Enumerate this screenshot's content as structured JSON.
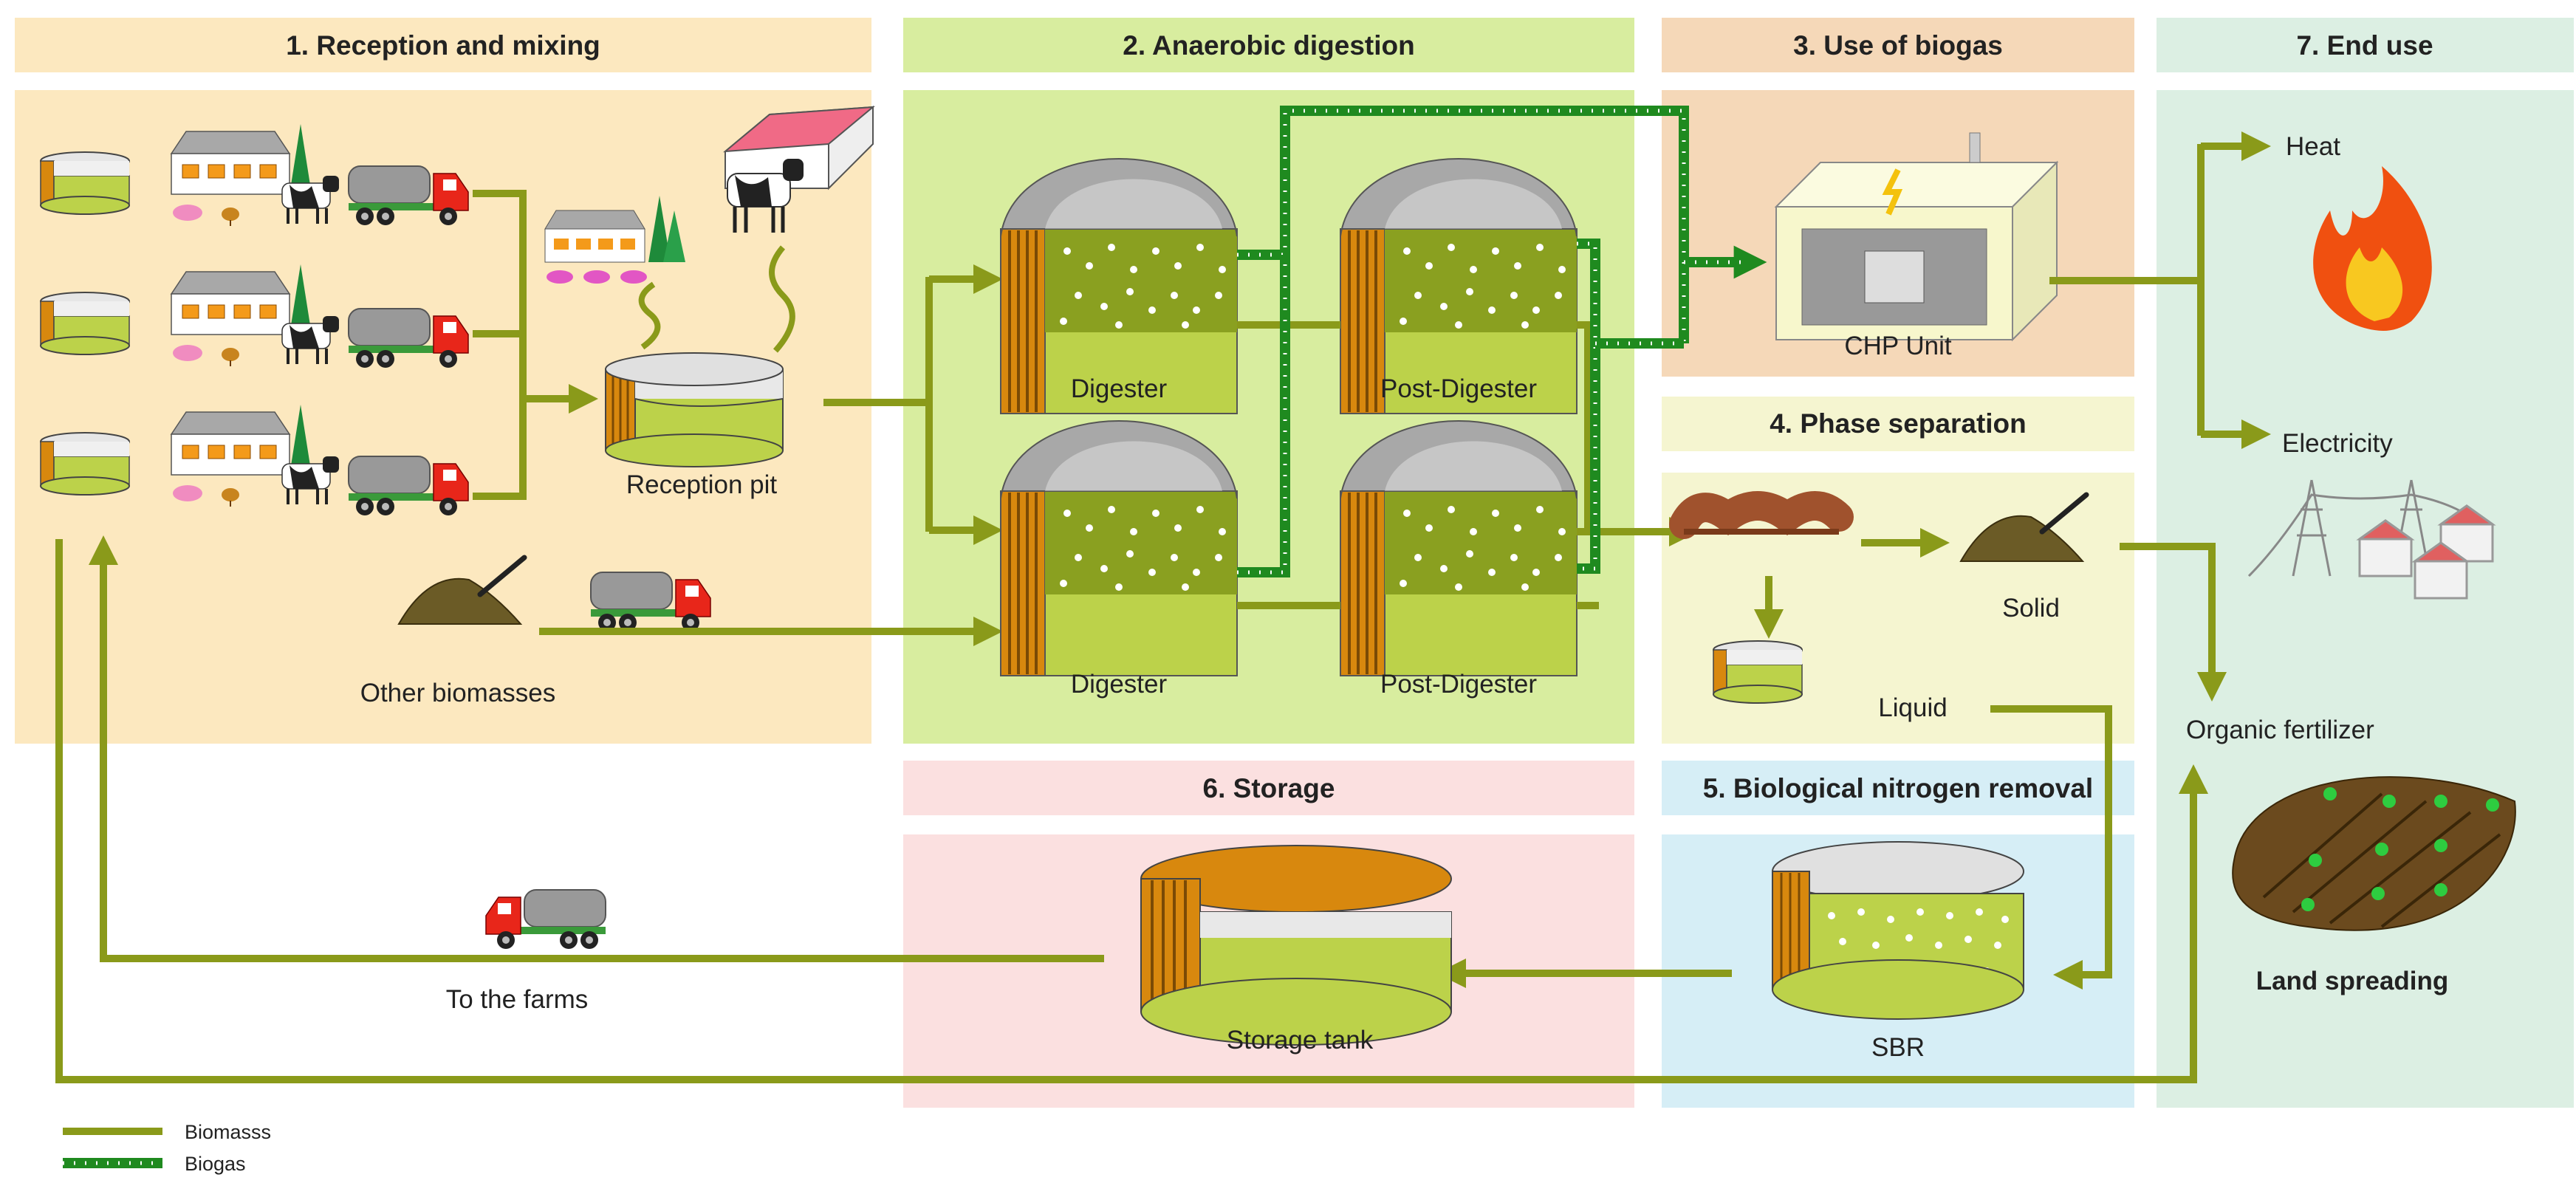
{
  "sections": {
    "reception": {
      "title": "1. Reception and mixing",
      "color": "#fce8bf"
    },
    "digestion": {
      "title": "2. Anaerobic digestion",
      "color": "#d8ed9f"
    },
    "biogas_use": {
      "title": "3. Use of biogas",
      "color": "#f5d8b8"
    },
    "phase_sep": {
      "title": "4. Phase separation",
      "color": "#f5f5d0"
    },
    "nitrogen": {
      "title": "5. Biological nitrogen removal",
      "color": "#d6eef6"
    },
    "storage": {
      "title": "6. Storage",
      "color": "#fbe0e0"
    },
    "end_use": {
      "title": "7. End use",
      "color": "#dcefe3"
    }
  },
  "labels": {
    "reception_pit": "Reception pit",
    "other_biomasses": "Other biomasses",
    "digester_top": "Digester",
    "post_digester_top": "Post-Digester",
    "digester_bottom": "Digester",
    "post_digester_bottom": "Post-Digester",
    "chp_unit": "CHP Unit",
    "solid": "Solid",
    "liquid": "Liquid",
    "sbr": "SBR",
    "storage_tank": "Storage tank",
    "to_the_farms": "To the farms",
    "heat": "Heat",
    "electricity": "Electricity",
    "organic_fertilizer": "Organic fertilizer",
    "land_spreading": "Land spreading"
  },
  "legend": {
    "biomass": "Biomasss",
    "biogas": "Biogas"
  },
  "colors": {
    "biomass_line": "#8a9a1a",
    "biogas_line": "#1f8a1f",
    "tank_liquid": "#bcd24a",
    "tank_rim": "#d8880e",
    "truck_cab": "#e8261a",
    "truck_tank": "#999999",
    "dome": "#a8a8a8"
  }
}
